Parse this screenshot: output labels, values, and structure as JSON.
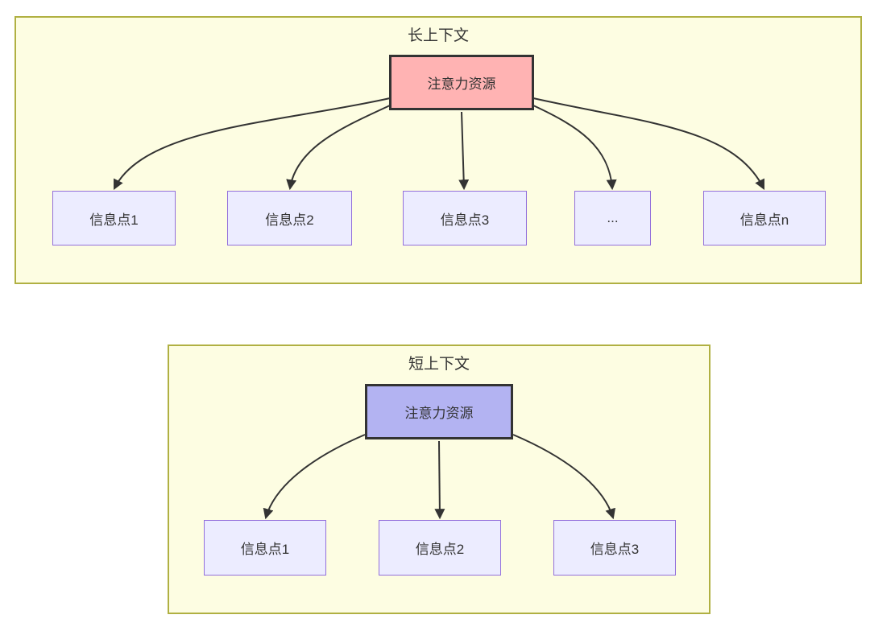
{
  "diagram": {
    "long_context": {
      "title": "长上下文",
      "source_label": "注意力资源",
      "targets": [
        {
          "label": "信息点1"
        },
        {
          "label": "信息点2"
        },
        {
          "label": "信息点3"
        },
        {
          "label": "..."
        },
        {
          "label": "信息点n"
        }
      ]
    },
    "short_context": {
      "title": "短上下文",
      "source_label": "注意力资源",
      "targets": [
        {
          "label": "信息点1"
        },
        {
          "label": "信息点2"
        },
        {
          "label": "信息点3"
        }
      ]
    },
    "colors": {
      "page_background": "#ffffff",
      "container_fill": "#fdfde2",
      "container_border": "#b0b042",
      "long_source_fill": "#ffb3b3",
      "short_source_fill": "#b3b3f2",
      "info_node_fill": "#ececff",
      "info_node_border": "#9370db",
      "edge_stroke": "#333333",
      "text": "#333333"
    }
  }
}
